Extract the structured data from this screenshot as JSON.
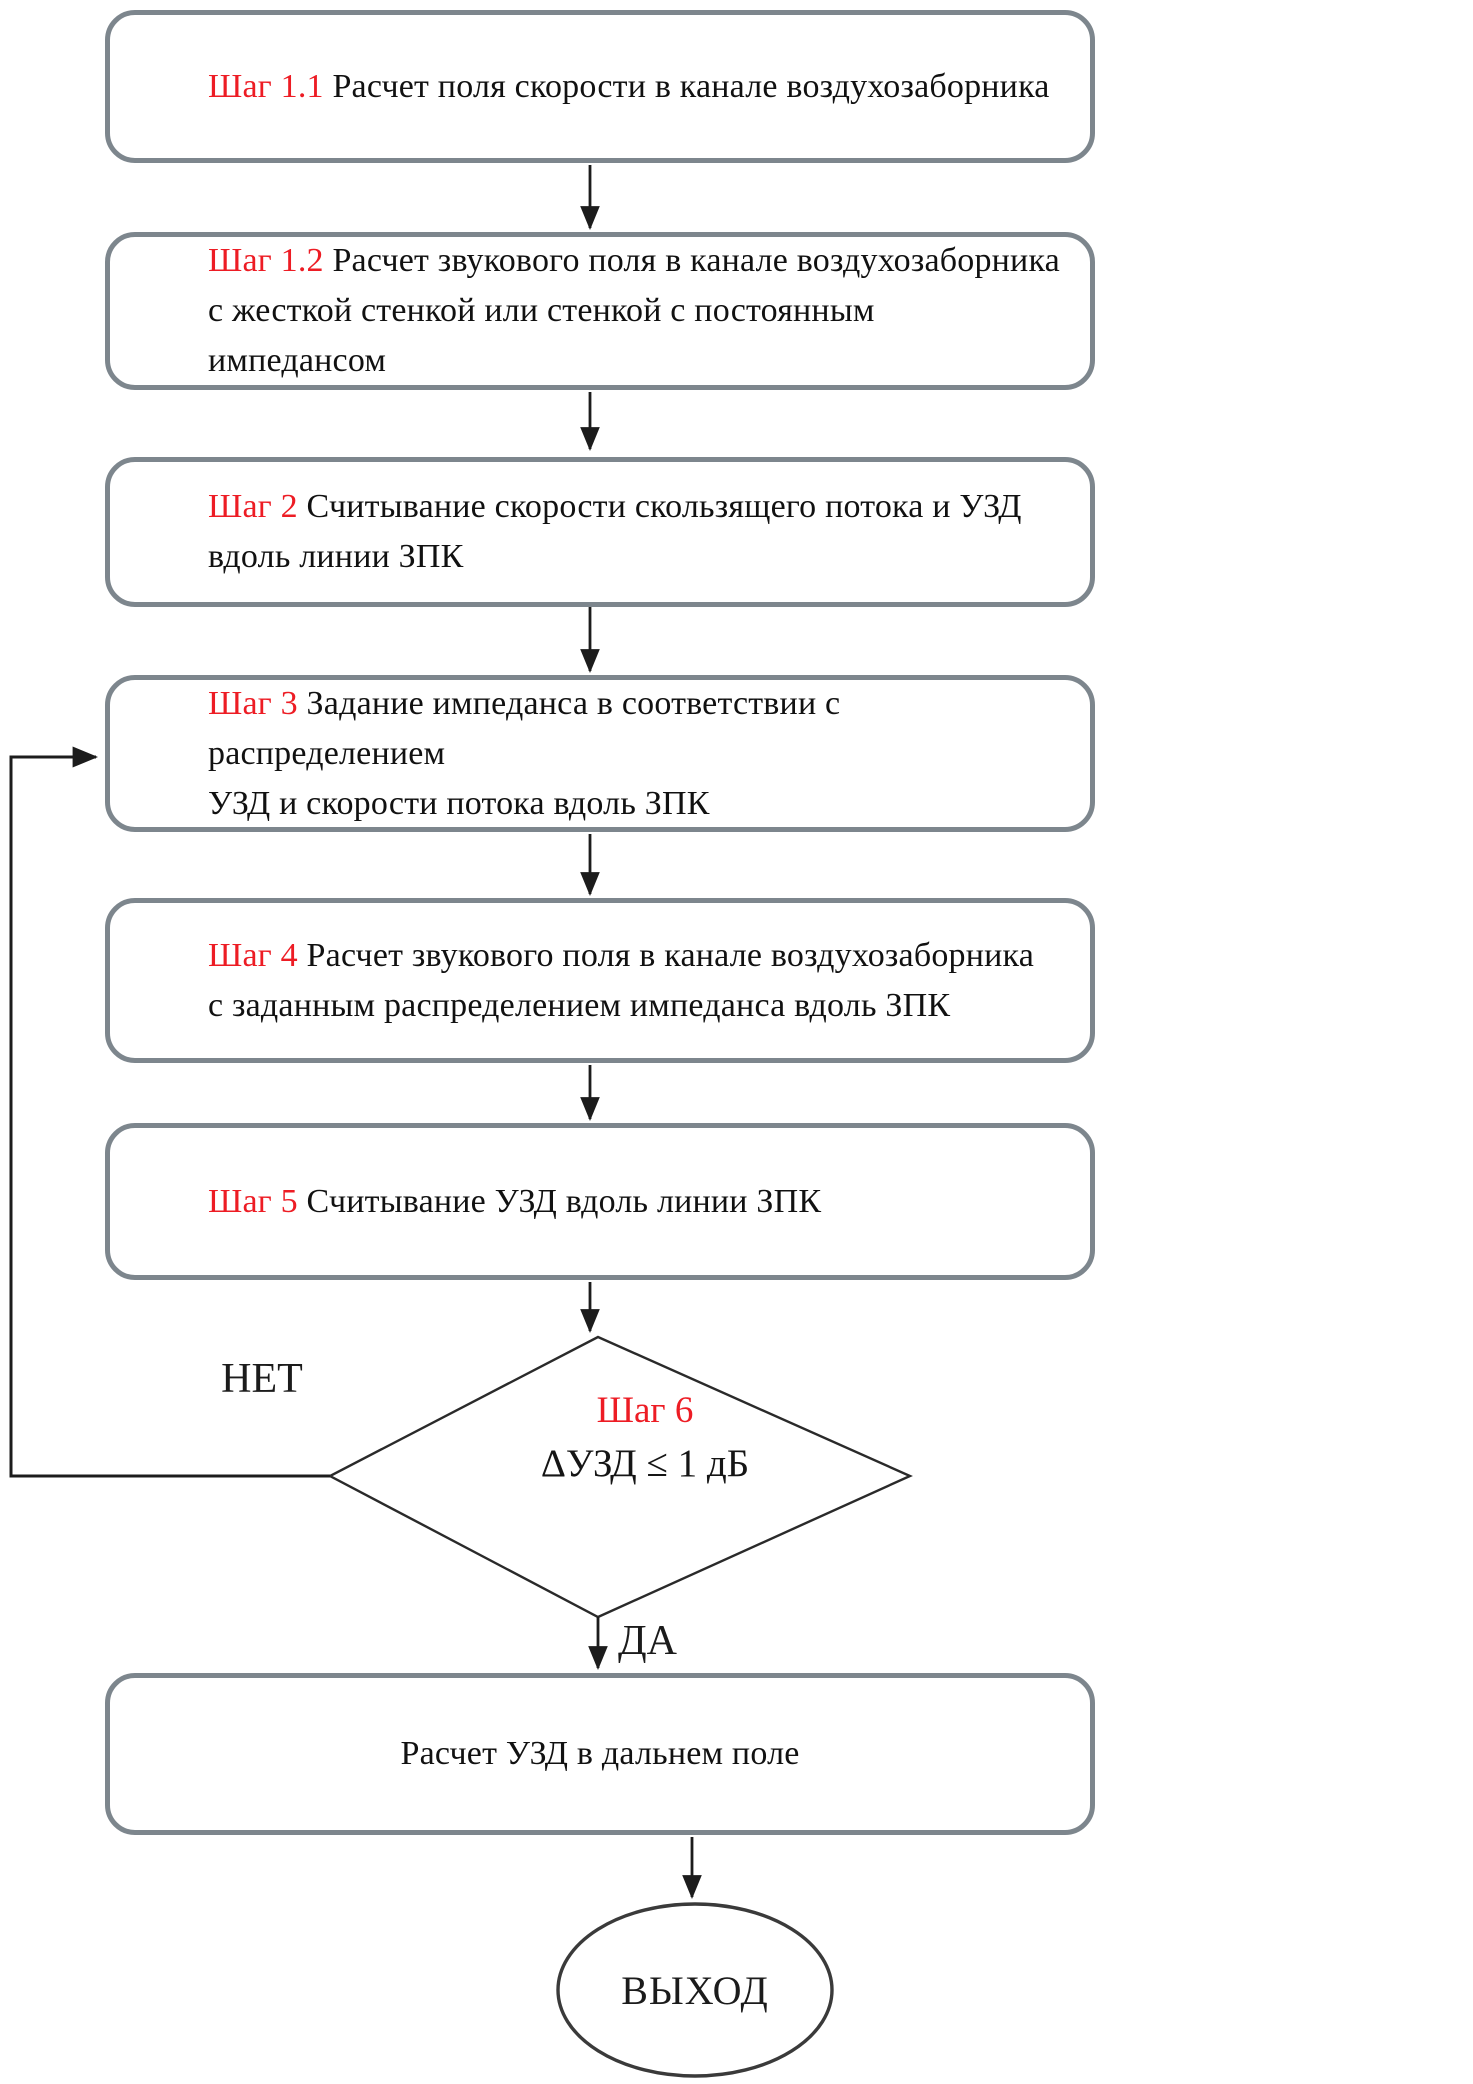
{
  "figure": {
    "type": "flowchart",
    "background": "#ffffff",
    "accent_red": "#ed1c24",
    "box_border_gray": "#7d868d",
    "line_color": "#1c1c1c"
  },
  "nodes": [
    {
      "id": "step-1-1",
      "type": "process",
      "step": "Шаг 1.1",
      "line1": " Расчет поля скорости в канале воздухозаборника",
      "line2": ""
    },
    {
      "id": "step-1-2",
      "type": "process",
      "step": "Шаг 1.2",
      "line1": " Расчет звукового поля в канале воздухозаборника",
      "line2": "с жесткой стенкой или стенкой с постоянным импедансом"
    },
    {
      "id": "step-2",
      "type": "process",
      "step": "Шаг 2",
      "line1": " Считывание скорости скользящего потока и УЗД",
      "line2": "вдоль линии ЗПК"
    },
    {
      "id": "step-3",
      "type": "process",
      "step": "Шаг 3",
      "line1": " Задание импеданса в соответствии с распределением",
      "line2": "УЗД и скорости потока вдоль ЗПК"
    },
    {
      "id": "step-4",
      "type": "process",
      "step": "Шаг 4",
      "line1": " Расчет звукового поля в канале воздухозаборника",
      "line2": "с заданным распределением импеданса вдоль ЗПК"
    },
    {
      "id": "step-5",
      "type": "process",
      "step": "Шаг 5",
      "line1": " Считывание УЗД вдоль линии ЗПК",
      "line2": ""
    },
    {
      "id": "step-6",
      "type": "decision",
      "step": "Шаг 6",
      "condition": "ΔУЗД ≤ 1 дБ"
    },
    {
      "id": "far-field",
      "type": "process",
      "step": "",
      "line1": "Расчет УЗД в дальнем поле",
      "line2": ""
    },
    {
      "id": "exit",
      "type": "terminator",
      "label": "ВЫХОД"
    }
  ],
  "edge_labels": {
    "no": "НЕТ",
    "yes": "ДА"
  }
}
